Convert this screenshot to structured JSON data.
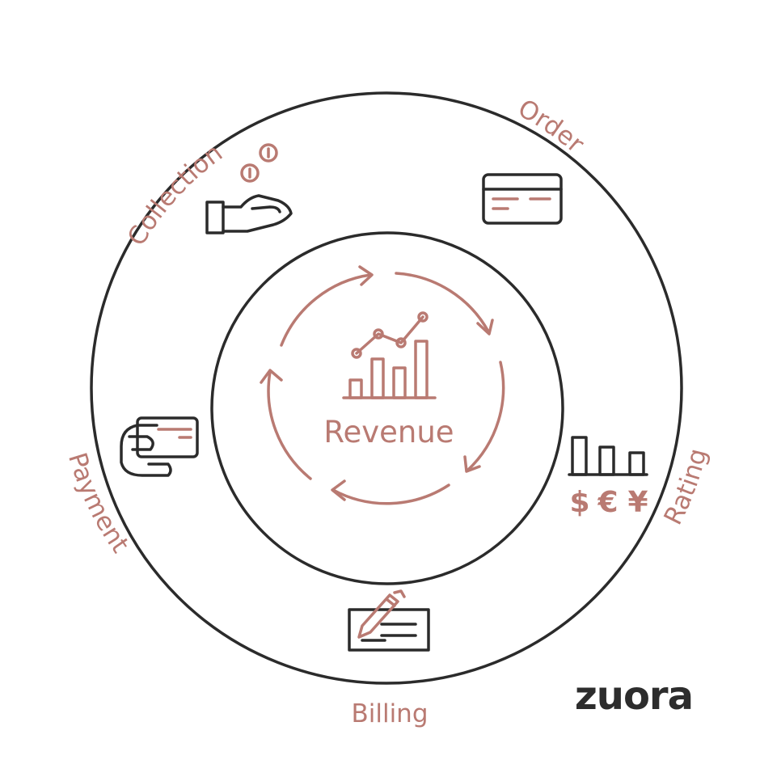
{
  "diagram": {
    "center_label": "Revenue",
    "stages": {
      "collection": "Collection",
      "order": "Order",
      "rating": "Rating",
      "billing": "Billing",
      "payment": "Payment"
    },
    "currency_symbols": [
      "$",
      "€",
      "¥"
    ],
    "brand": "zuora"
  },
  "colors": {
    "ink": "#2b2b2b",
    "accent": "#b97a72",
    "background": "#ffffff"
  }
}
